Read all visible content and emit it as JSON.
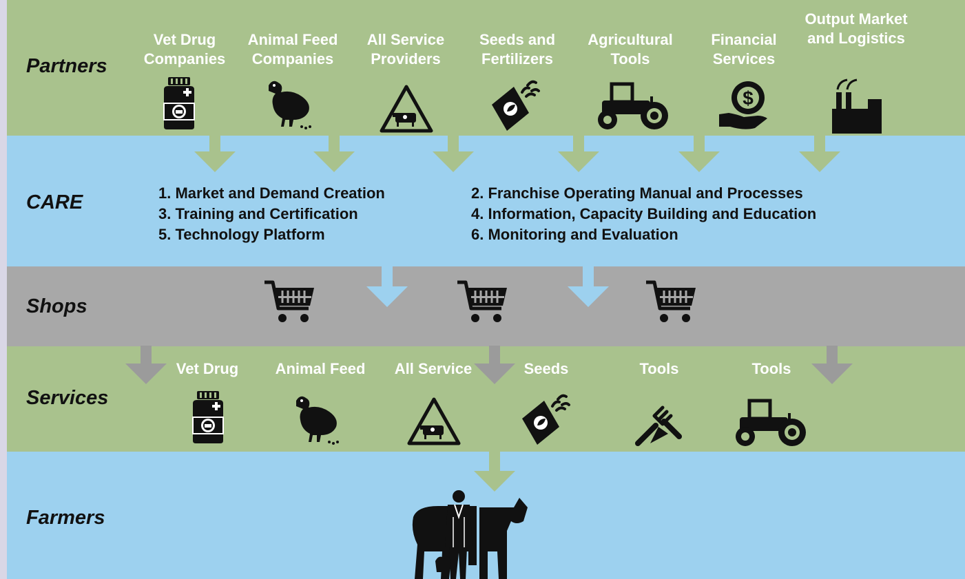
{
  "rows": {
    "partners": "Partners",
    "care": "CARE",
    "shops": "Shops",
    "services": "Services",
    "farmers": "Farmers"
  },
  "partners": [
    {
      "label": "Vet Drug Companies",
      "icon": "medicine-bottle-icon"
    },
    {
      "label": "Animal Feed Companies",
      "icon": "hen-icon"
    },
    {
      "label": "All Service Providers",
      "icon": "cow-warning-sign-icon"
    },
    {
      "label": "Seeds and Fertilizers",
      "icon": "seed-bag-icon"
    },
    {
      "label": "Agricultural Tools",
      "icon": "tractor-icon"
    },
    {
      "label": "Financial Services",
      "icon": "hand-dollar-gear-icon"
    },
    {
      "label": "Output Market and Logistics",
      "icon": "factory-icon"
    }
  ],
  "care": {
    "left": [
      "1. Market and Demand Creation",
      "3. Training and Certification",
      "5. Technology Platform"
    ],
    "right": [
      "2. Franchise Operating Manual and Processes",
      "4. Information, Capacity Building and Education",
      "6. Monitoring and Evaluation"
    ]
  },
  "shops_icons": [
    "shopping-cart-icon",
    "shopping-cart-icon",
    "shopping-cart-icon"
  ],
  "services": [
    {
      "label": "Vet Drug",
      "icon": "medicine-bottle-icon"
    },
    {
      "label": "Animal Feed",
      "icon": "hen-icon"
    },
    {
      "label": "All Service",
      "icon": "cow-warning-sign-icon"
    },
    {
      "label": "Seeds",
      "icon": "seed-bag-icon"
    },
    {
      "label": "Tools",
      "icon": "garden-tools-icon"
    },
    {
      "label": "Tools",
      "icon": "tractor-icon"
    }
  ],
  "farmers_icon": "farmer-with-cows-icon",
  "colors": {
    "green_band": "#a9c28d",
    "blue_band": "#9dd1ef",
    "gray_band": "#a8a8a8",
    "green_arrow": "#a9c28d",
    "blue_arrow": "#9dd1ef",
    "gray_arrow": "#9b9b9b"
  }
}
